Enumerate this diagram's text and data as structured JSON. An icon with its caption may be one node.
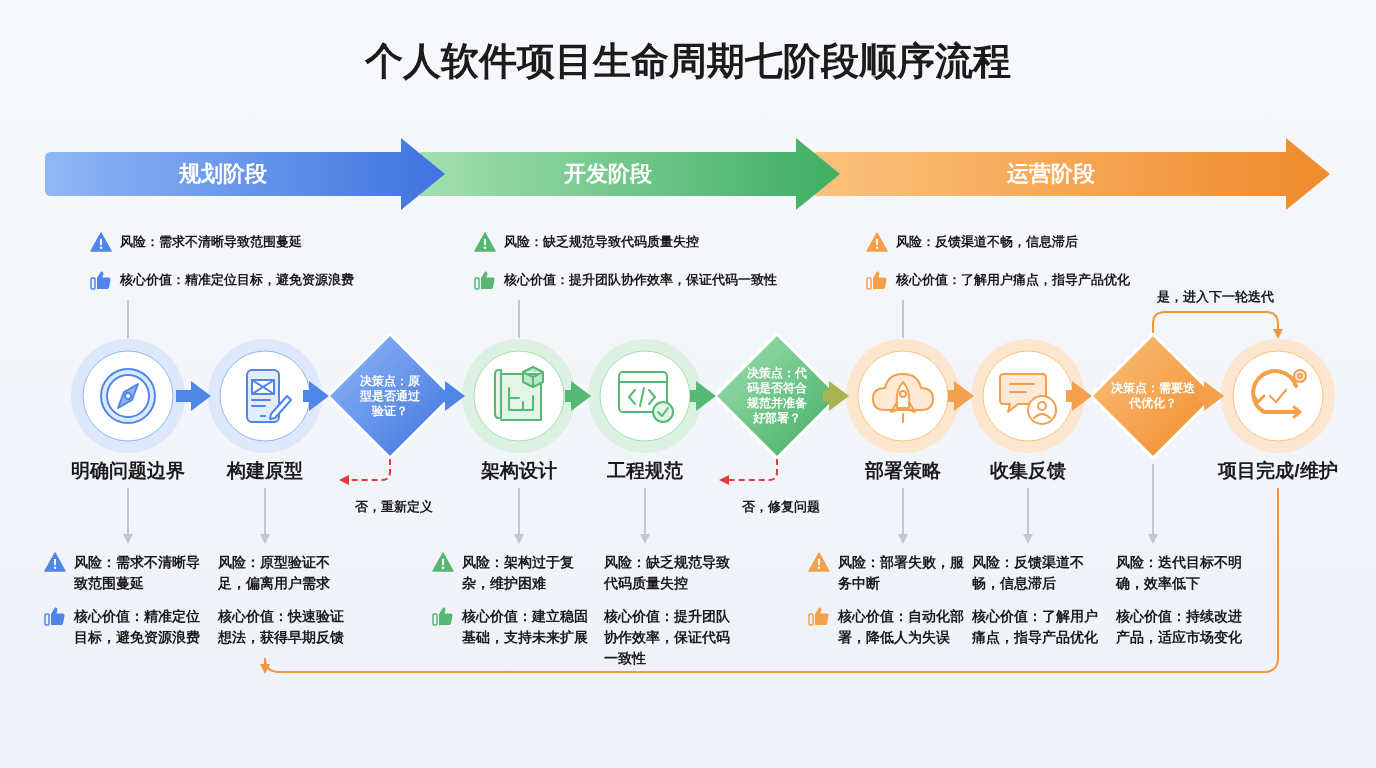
{
  "diagram": {
    "title": "个人软件项目生命周期七阶段顺序流程",
    "nodes": [
      {
        "text": [
          "规划阶段"
        ]
      },
      {
        "text": [
          "开发阶段"
        ]
      },
      {
        "text": [
          "运营阶段"
        ]
      },
      {
        "text": [
          "明确问题边界"
        ]
      },
      {
        "text": [
          "构建原型"
        ]
      },
      {
        "text": [
          "决策点：原型是否通过验证？"
        ]
      },
      {
        "text": [
          "架构设计"
        ]
      },
      {
        "text": [
          "工程规范"
        ]
      },
      {
        "text": [
          "决策点：代码是否符合规范并准备好部署？"
        ]
      },
      {
        "text": [
          "部署策略"
        ]
      },
      {
        "text": [
          "收集反馈"
        ]
      },
      {
        "text": [
          "决策点：需要迭代优化？"
        ]
      },
      {
        "text": [
          "项目完成/维护"
        ]
      },
      {
        "text": [
          "风险：需求不清晰导致范围蔓延",
          "核心价值：精准定位目标，避免资源浪费"
        ]
      },
      {
        "text": [
          "风险：缺乏规范导致代码质量失控",
          "核心价值：提升团队协作效率，保证代码一致性"
        ]
      },
      {
        "text": [
          "风险：反馈渠道不畅，信息滞后",
          "核心价值：了解用户痛点，指导产品优化"
        ]
      },
      {
        "text": [
          "风险：需求不清晰导致范围蔓延",
          "核心价值：精准定位目标，避免资源浪费"
        ]
      },
      {
        "text": [
          "风险：原型验证不足，偏离用户需求",
          "核心价值：快速验证想法，获得早期反馈"
        ]
      },
      {
        "text": [
          "风险：架构过于复杂，维护困难",
          "核心价值：建立稳固基础，支持未来扩展"
        ]
      },
      {
        "text": [
          "风险：缺乏规范导致代码质量失控",
          "核心价值：提升团队协作效率，保证代码一致性"
        ]
      },
      {
        "text": [
          "风险：部署失败，服务中断",
          "核心价值：自动化部署，降低人为失误"
        ]
      },
      {
        "text": [
          "风险：反馈渠道不畅，信息滞后",
          "核心价值：了解用户痛点，指导产品优化"
        ]
      },
      {
        "text": [
          "风险：迭代目标不明确，效率低下",
          "核心价值：持续改进产品，适应市场变化"
        ]
      }
    ],
    "edges": [
      {
        "from": 3,
        "to": 4,
        "arrow": "to",
        "style": "thick",
        "color": "#4f86e8"
      },
      {
        "from": 4,
        "to": 5,
        "arrow": "to",
        "style": "thick",
        "color": "#4f86e8"
      },
      {
        "from": 5,
        "to": 6,
        "arrow": "to",
        "style": "thick",
        "color": "#4f86e8"
      },
      {
        "from": 6,
        "to": 7,
        "arrow": "to",
        "style": "thick",
        "color": "#56b872"
      },
      {
        "from": 7,
        "to": 8,
        "arrow": "to",
        "style": "thick",
        "color": "#56b872"
      },
      {
        "from": 8,
        "to": 9,
        "arrow": "to",
        "style": "thick",
        "color": "#a8b450"
      },
      {
        "from": 9,
        "to": 10,
        "arrow": "to",
        "style": "thick",
        "color": "#f3a04c"
      },
      {
        "from": 10,
        "to": 11,
        "arrow": "to",
        "style": "thick",
        "color": "#f3a04c"
      },
      {
        "from": 11,
        "to": 12,
        "arrow": "to",
        "style": "thick",
        "color": "#f3a04c"
      },
      {
        "from": 13,
        "to": 3,
        "arrow": "none"
      },
      {
        "from": 14,
        "to": 6,
        "arrow": "none"
      },
      {
        "from": 15,
        "to": 9,
        "arrow": "none"
      },
      {
        "from": 3,
        "to": 16,
        "arrow": "to"
      },
      {
        "from": 4,
        "to": 17,
        "arrow": "to"
      },
      {
        "from": 6,
        "to": 18,
        "arrow": "to"
      },
      {
        "from": 7,
        "to": 19,
        "arrow": "to"
      },
      {
        "from": 9,
        "to": 20,
        "arrow": "to"
      },
      {
        "from": 10,
        "to": 21,
        "arrow": "to"
      },
      {
        "from": 11,
        "to": 22,
        "arrow": "to"
      },
      {
        "from": 5,
        "to": 4,
        "arrow": "to",
        "label": "否，重新定义",
        "style": "dashed",
        "color": "#e03c3c"
      },
      {
        "from": 8,
        "to": 7,
        "arrow": "to",
        "label": "否，修复问题",
        "style": "dashed",
        "color": "#e03c3c"
      },
      {
        "from": 11,
        "to": 12,
        "arrow": "to",
        "label": "是，进入下一轮迭代",
        "color": "#f0963c"
      },
      {
        "from": 12,
        "to": 17,
        "arrow": "to",
        "color": "#f0963c"
      }
    ]
  }
}
